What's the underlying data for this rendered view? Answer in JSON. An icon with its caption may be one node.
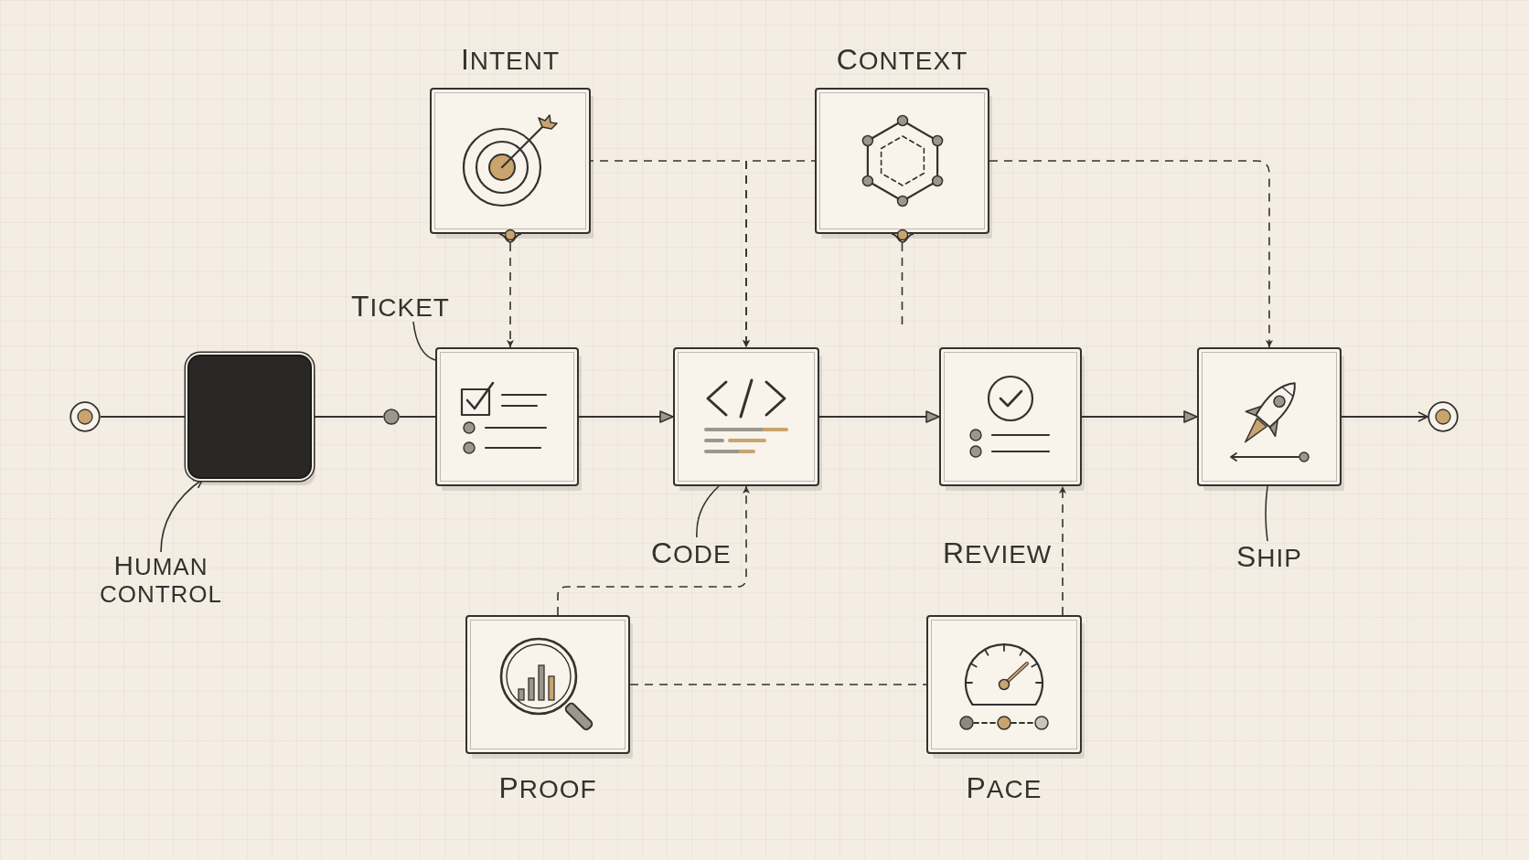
{
  "diagram": {
    "nodes": [
      {
        "text": [
          "INTENT"
        ]
      },
      {
        "text": [
          "CONTEXT"
        ]
      },
      {
        "text": [
          "TICKET"
        ]
      },
      {
        "text": [],
        "shape": "circle"
      },
      {
        "text": [],
        "shape": "box"
      },
      {
        "text": [],
        "shape": "circle"
      },
      {
        "text": [],
        "shape": "box"
      },
      {
        "text": [],
        "shape": "box"
      },
      {
        "text": [
          "REVIEW"
        ]
      },
      {
        "text": [],
        "shape": "box"
      },
      {
        "text": [],
        "shape": "circle"
      },
      {
        "text": [
          "HUMAN CONTROL"
        ]
      },
      {
        "text": [
          "CODE"
        ]
      },
      {
        "text": [
          "SHIP"
        ]
      },
      {
        "text": [
          "PROOF"
        ]
      },
      {
        "text": [
          "PACE"
        ]
      }
    ],
    "edges": [
      {
        "from": 3,
        "to": 4,
        "arrow": "none"
      },
      {
        "from": 4,
        "to": 5,
        "arrow": "none"
      },
      {
        "from": 5,
        "to": 6,
        "arrow": "none"
      },
      {
        "from": 6,
        "to": 7,
        "arrow": "to"
      },
      {
        "from": 7,
        "to": 8,
        "arrow": "to"
      },
      {
        "from": 8,
        "to": 9,
        "arrow": "to"
      },
      {
        "from": 9,
        "to": 10,
        "arrow": "to"
      },
      {
        "from": 0,
        "to": 6,
        "arrow": "to",
        "style": "dashed"
      },
      {
        "from": 0,
        "to": 7,
        "arrow": "to",
        "style": "dashed"
      },
      {
        "from": 1,
        "to": 7,
        "arrow": "to",
        "style": "dashed"
      },
      {
        "from": 1,
        "to": 9,
        "arrow": "to",
        "style": "dashed"
      },
      {
        "from": 1,
        "to": null,
        "arrow": "none",
        "style": "dashed"
      },
      {
        "from": 14,
        "to": 7,
        "arrow": "to",
        "style": "dashed"
      },
      {
        "from": 14,
        "to": 15,
        "arrow": "none",
        "style": "dashed"
      },
      {
        "from": 15,
        "to": 8,
        "arrow": "to",
        "style": "dashed"
      },
      {
        "from": 11,
        "to": 4,
        "arrow": "to"
      },
      {
        "from": 2,
        "to": 6,
        "arrow": "none"
      },
      {
        "from": 12,
        "to": 7,
        "arrow": "none"
      },
      {
        "from": 13,
        "to": 9,
        "arrow": "none"
      }
    ]
  }
}
